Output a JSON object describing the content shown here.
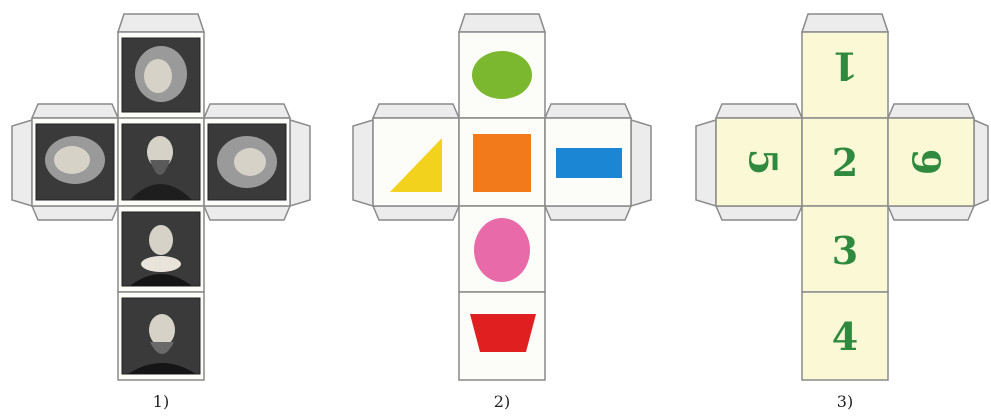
{
  "captions": {
    "net1": "1)",
    "net2": "2)",
    "net3": "3)"
  },
  "net2_shapes": {
    "top": {
      "shape": "ellipse",
      "color": "#7cb82f"
    },
    "left": {
      "shape": "triangle",
      "color": "#f2d21c"
    },
    "center": {
      "shape": "square",
      "color": "#f27a1a"
    },
    "right": {
      "shape": "rectangle",
      "color": "#1a86d4"
    },
    "below1": {
      "shape": "ellipse",
      "color": "#e86aa8"
    },
    "below2": {
      "shape": "trapezoid",
      "color": "#e02020"
    }
  },
  "net3_numbers": {
    "top": "1",
    "left": "5",
    "center": "2",
    "right": "6",
    "below1": "3",
    "below2": "4"
  },
  "colors": {
    "number_green": "#2f8a3f",
    "yellow_face": "#fbf8d6"
  }
}
